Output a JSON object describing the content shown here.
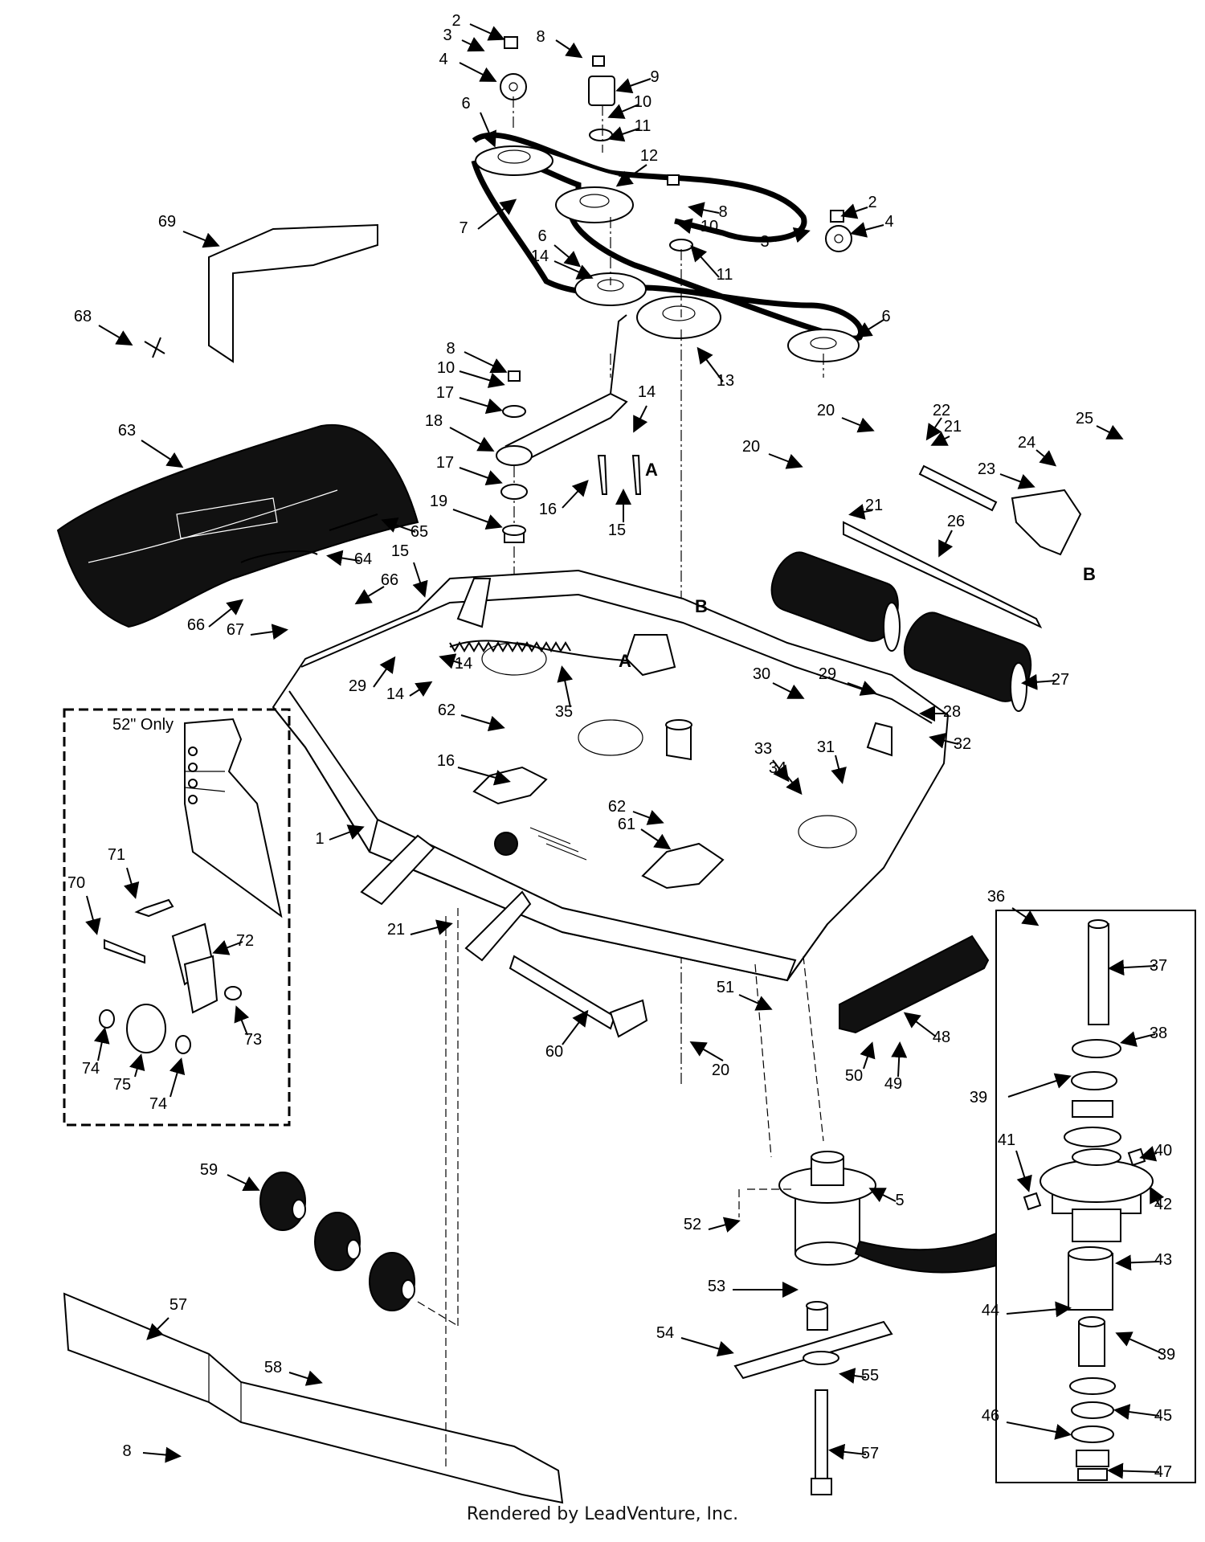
{
  "diagram": {
    "credit": "Rendered by LeadVenture, Inc.",
    "inset_left_title": "52\" Only",
    "ref_a": "A",
    "ref_b": "B",
    "callouts": [
      "1",
      "2",
      "3",
      "4",
      "5",
      "6",
      "7",
      "8",
      "9",
      "10",
      "11",
      "12",
      "13",
      "14",
      "15",
      "16",
      "17",
      "18",
      "19",
      "20",
      "21",
      "22",
      "23",
      "24",
      "25",
      "26",
      "27",
      "28",
      "29",
      "30",
      "31",
      "32",
      "33",
      "34",
      "35",
      "36",
      "37",
      "38",
      "39",
      "40",
      "41",
      "42",
      "43",
      "44",
      "45",
      "46",
      "47",
      "48",
      "49",
      "50",
      "51",
      "52",
      "53",
      "54",
      "55",
      "57",
      "58",
      "59",
      "60",
      "61",
      "62",
      "63",
      "64",
      "65",
      "66",
      "67",
      "68",
      "69",
      "70",
      "71",
      "72",
      "73",
      "74",
      "75"
    ]
  }
}
